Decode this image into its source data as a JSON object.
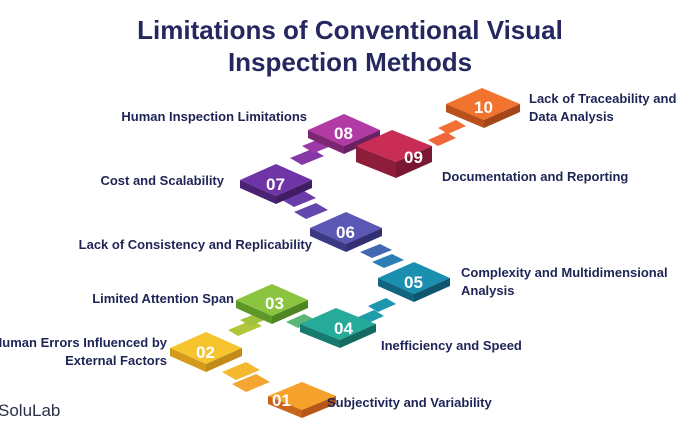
{
  "title": {
    "line1": "Limitations of Conventional Visual",
    "line2": "Inspection Methods"
  },
  "brand": "SoluLab",
  "steps": [
    {
      "number": "01",
      "label": "Subjectivity and Variability",
      "color": "#f07f1e"
    },
    {
      "number": "02",
      "label_line1": "Human Errors Influenced by",
      "label_line2": "External Factors",
      "color": "#f6c52e"
    },
    {
      "number": "03",
      "label": "Limited Attention Span",
      "color": "#8bc43f"
    },
    {
      "number": "04",
      "label": "Inefficiency and Speed",
      "color": "#26aa9a"
    },
    {
      "number": "05",
      "label_line1": "Complexity and Multidimensional",
      "label_line2": "Analysis",
      "color": "#1b8fb0"
    },
    {
      "number": "06",
      "label": "Lack of Consistency and Replicability",
      "color": "#5b57b5"
    },
    {
      "number": "07",
      "label": "Cost and Scalability",
      "color": "#6f35a6"
    },
    {
      "number": "08",
      "label": "Human Inspection Limitations",
      "color": "#b23aa5"
    },
    {
      "number": "09",
      "label": "Documentation and Reporting",
      "color": "#c92d55"
    },
    {
      "number": "10",
      "label_line1": "Lack of Traceability and",
      "label_line2": "Data Analysis",
      "color": "#f2732e"
    }
  ]
}
